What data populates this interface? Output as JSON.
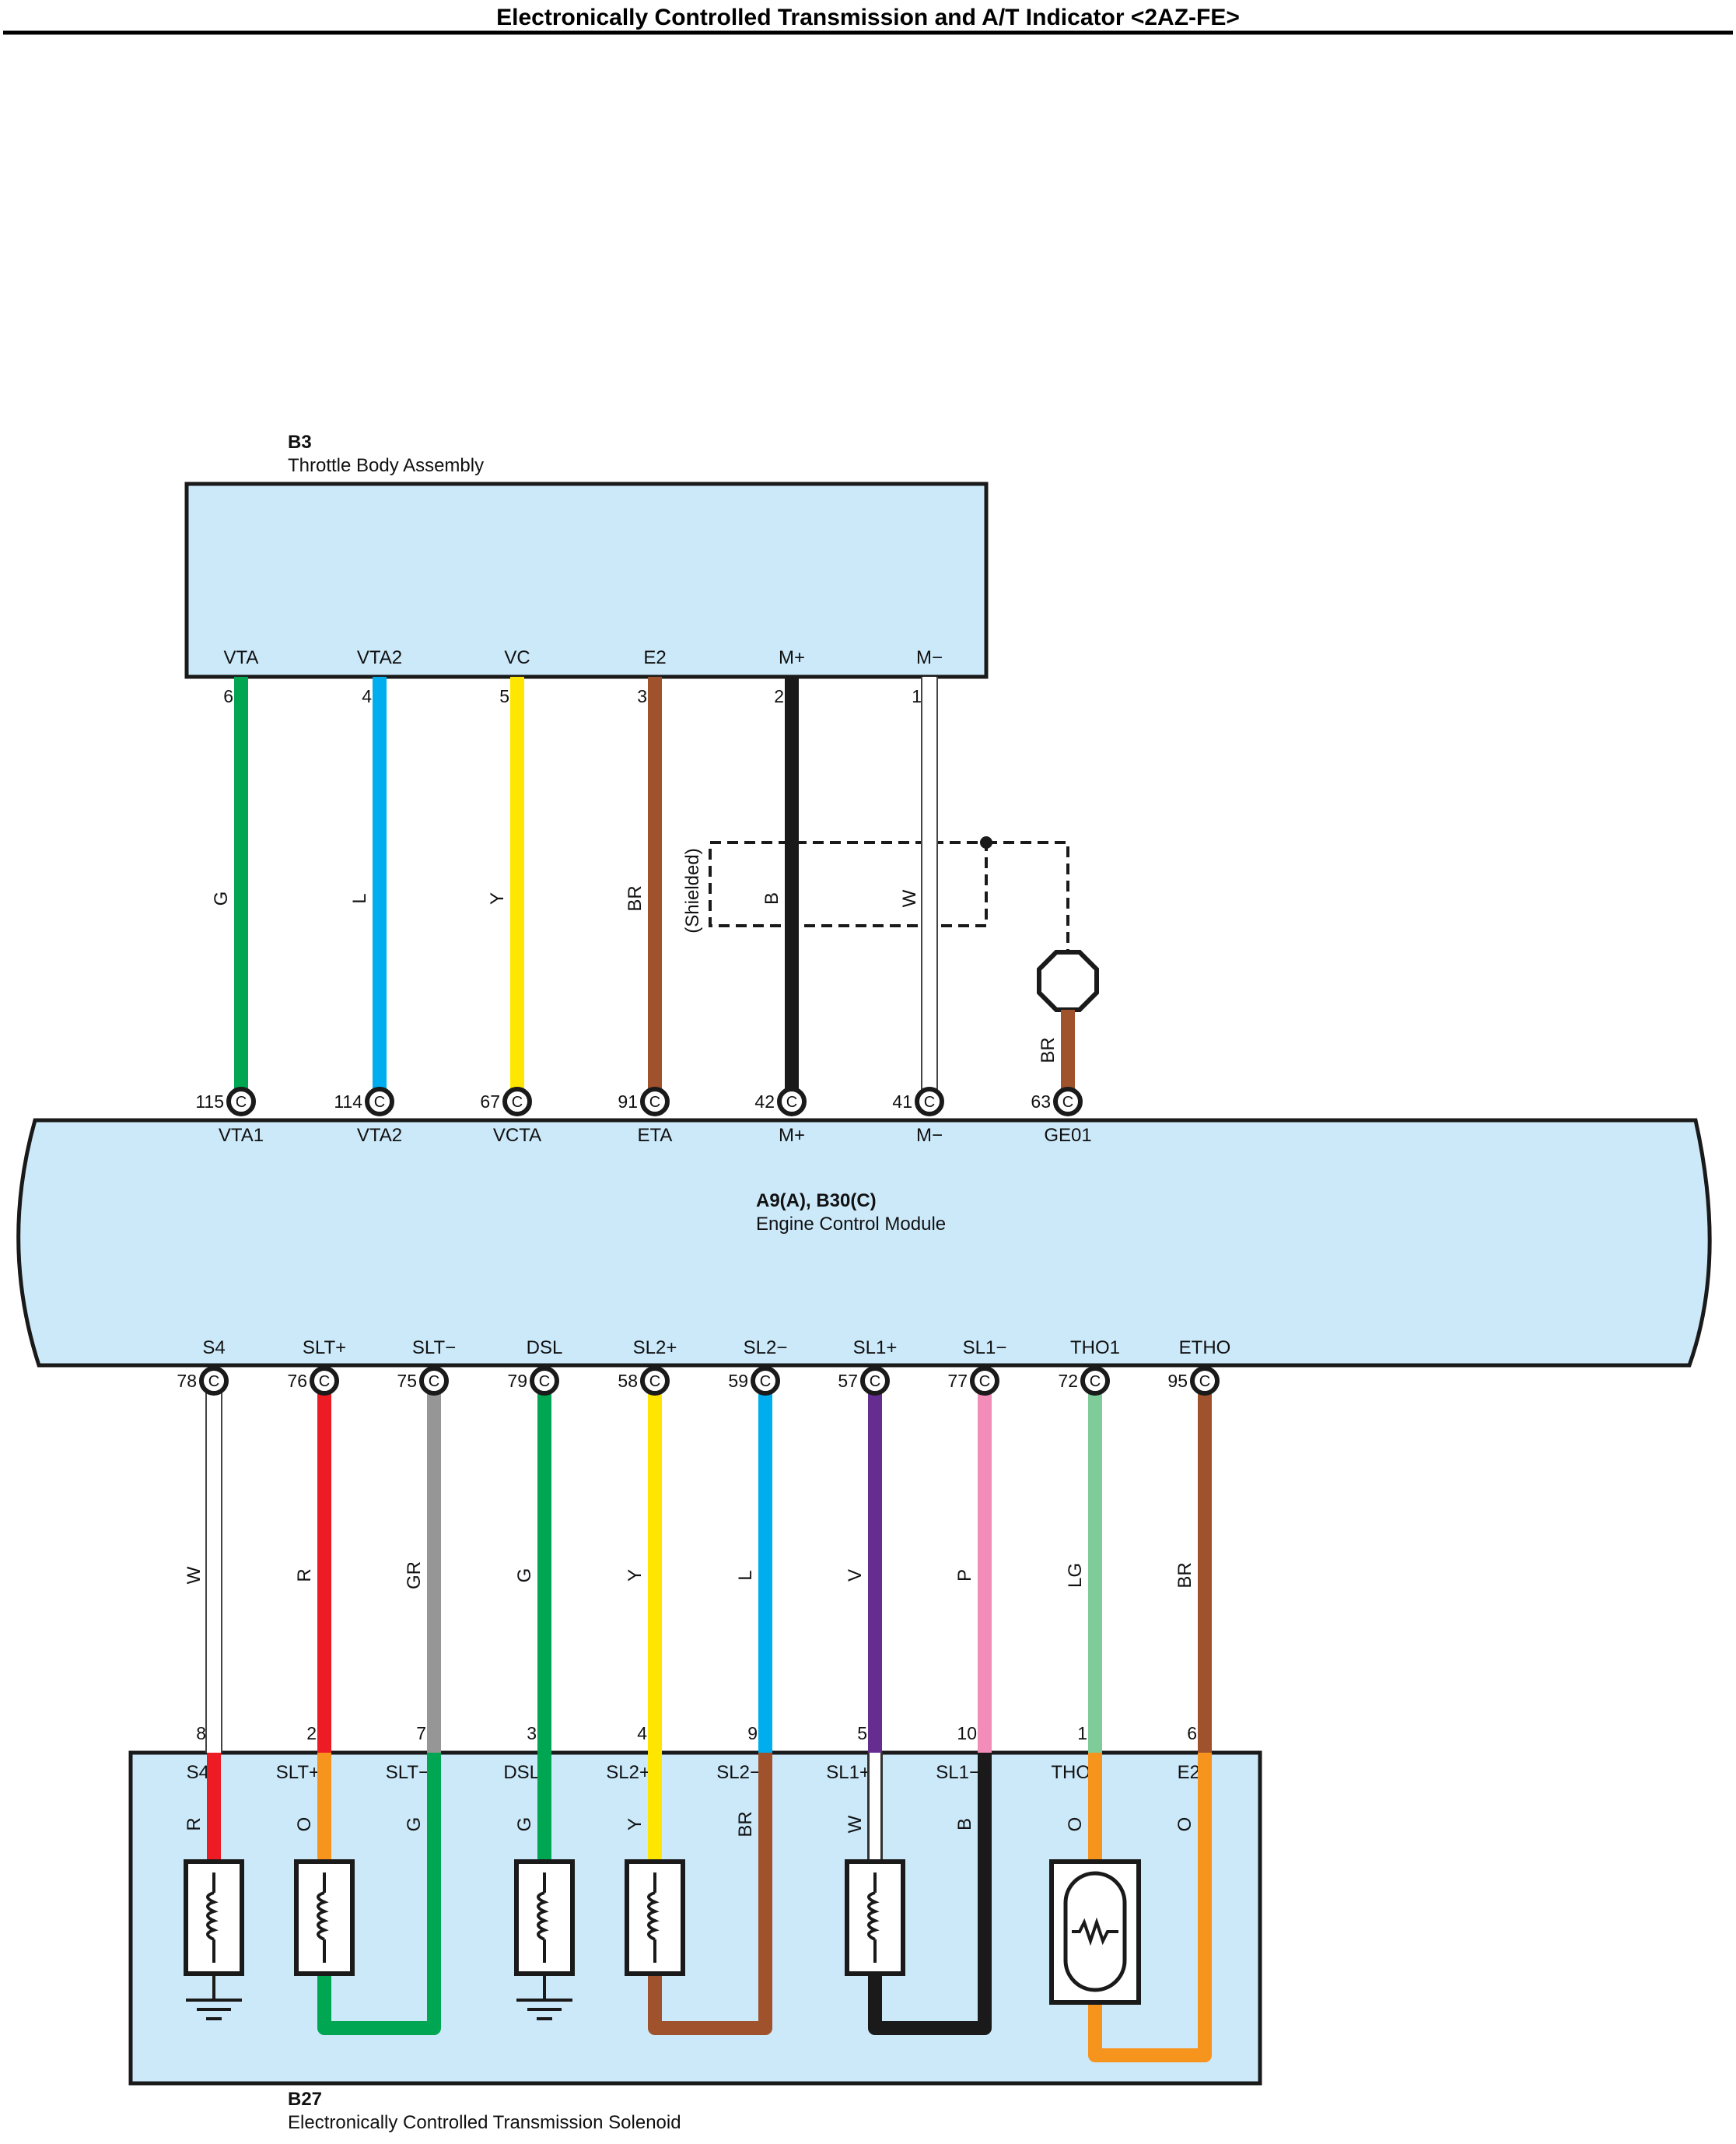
{
  "title": "Electronically Controlled Transmission and A/T Indicator <2AZ-FE>",
  "colors": {
    "box_fill": "#cce9fa",
    "G": "#00a651",
    "L": "#00aeef",
    "Y": "#ffe600",
    "BR": "#a0522d",
    "B": "#1a1a1a",
    "W": "#ffffff",
    "R": "#ed1c24",
    "GR": "#969696",
    "V": "#662d91",
    "P": "#f28cb9",
    "LG": "#7fcc99",
    "O": "#f7941d"
  },
  "throttle": {
    "code": "B3",
    "name": "Throttle Body Assembly",
    "shielded_label": "(Shielded)",
    "ground_wire_color": "BR",
    "pins": [
      {
        "name": "VTA",
        "num": "6",
        "color": "G"
      },
      {
        "name": "VTA2",
        "num": "4",
        "color": "L"
      },
      {
        "name": "VC",
        "num": "5",
        "color": "Y"
      },
      {
        "name": "E2",
        "num": "3",
        "color": "BR"
      },
      {
        "name": "M+",
        "num": "2",
        "color": "B"
      },
      {
        "name": "M−",
        "num": "1",
        "color": "W"
      }
    ]
  },
  "ecm": {
    "code": "A9(A), B30(C)",
    "name": "Engine Control Module",
    "connector_letter": "C",
    "top_pins": [
      {
        "name": "VTA1",
        "num": "115"
      },
      {
        "name": "VTA2",
        "num": "114"
      },
      {
        "name": "VCTA",
        "num": "67"
      },
      {
        "name": "ETA",
        "num": "91"
      },
      {
        "name": "M+",
        "num": "42"
      },
      {
        "name": "M−",
        "num": "41"
      },
      {
        "name": "GE01",
        "num": "63"
      }
    ],
    "bottom_pins": [
      {
        "name": "S4",
        "num": "78",
        "color": "W"
      },
      {
        "name": "SLT+",
        "num": "76",
        "color": "R"
      },
      {
        "name": "SLT−",
        "num": "75",
        "color": "GR"
      },
      {
        "name": "DSL",
        "num": "79",
        "color": "G"
      },
      {
        "name": "SL2+",
        "num": "58",
        "color": "Y"
      },
      {
        "name": "SL2−",
        "num": "59",
        "color": "L"
      },
      {
        "name": "SL1+",
        "num": "57",
        "color": "V"
      },
      {
        "name": "SL1−",
        "num": "77",
        "color": "P"
      },
      {
        "name": "THO1",
        "num": "72",
        "color": "LG"
      },
      {
        "name": "ETHO",
        "num": "95",
        "color": "BR"
      }
    ]
  },
  "solenoid": {
    "code": "B27",
    "name": "Electronically Controlled Transmission Solenoid",
    "pins": [
      {
        "name": "S4",
        "num": "8",
        "color": "R"
      },
      {
        "name": "SLT+",
        "num": "2",
        "color": "O"
      },
      {
        "name": "SLT−",
        "num": "7",
        "color": "G"
      },
      {
        "name": "DSL",
        "num": "3",
        "color": "G"
      },
      {
        "name": "SL2+",
        "num": "4",
        "color": "Y"
      },
      {
        "name": "SL2−",
        "num": "9",
        "color": "BR"
      },
      {
        "name": "SL1+",
        "num": "5",
        "color": "W"
      },
      {
        "name": "SL1−",
        "num": "10",
        "color": "B"
      },
      {
        "name": "THO",
        "num": "1",
        "color": "O"
      },
      {
        "name": "E2",
        "num": "6",
        "color": "O"
      }
    ]
  }
}
